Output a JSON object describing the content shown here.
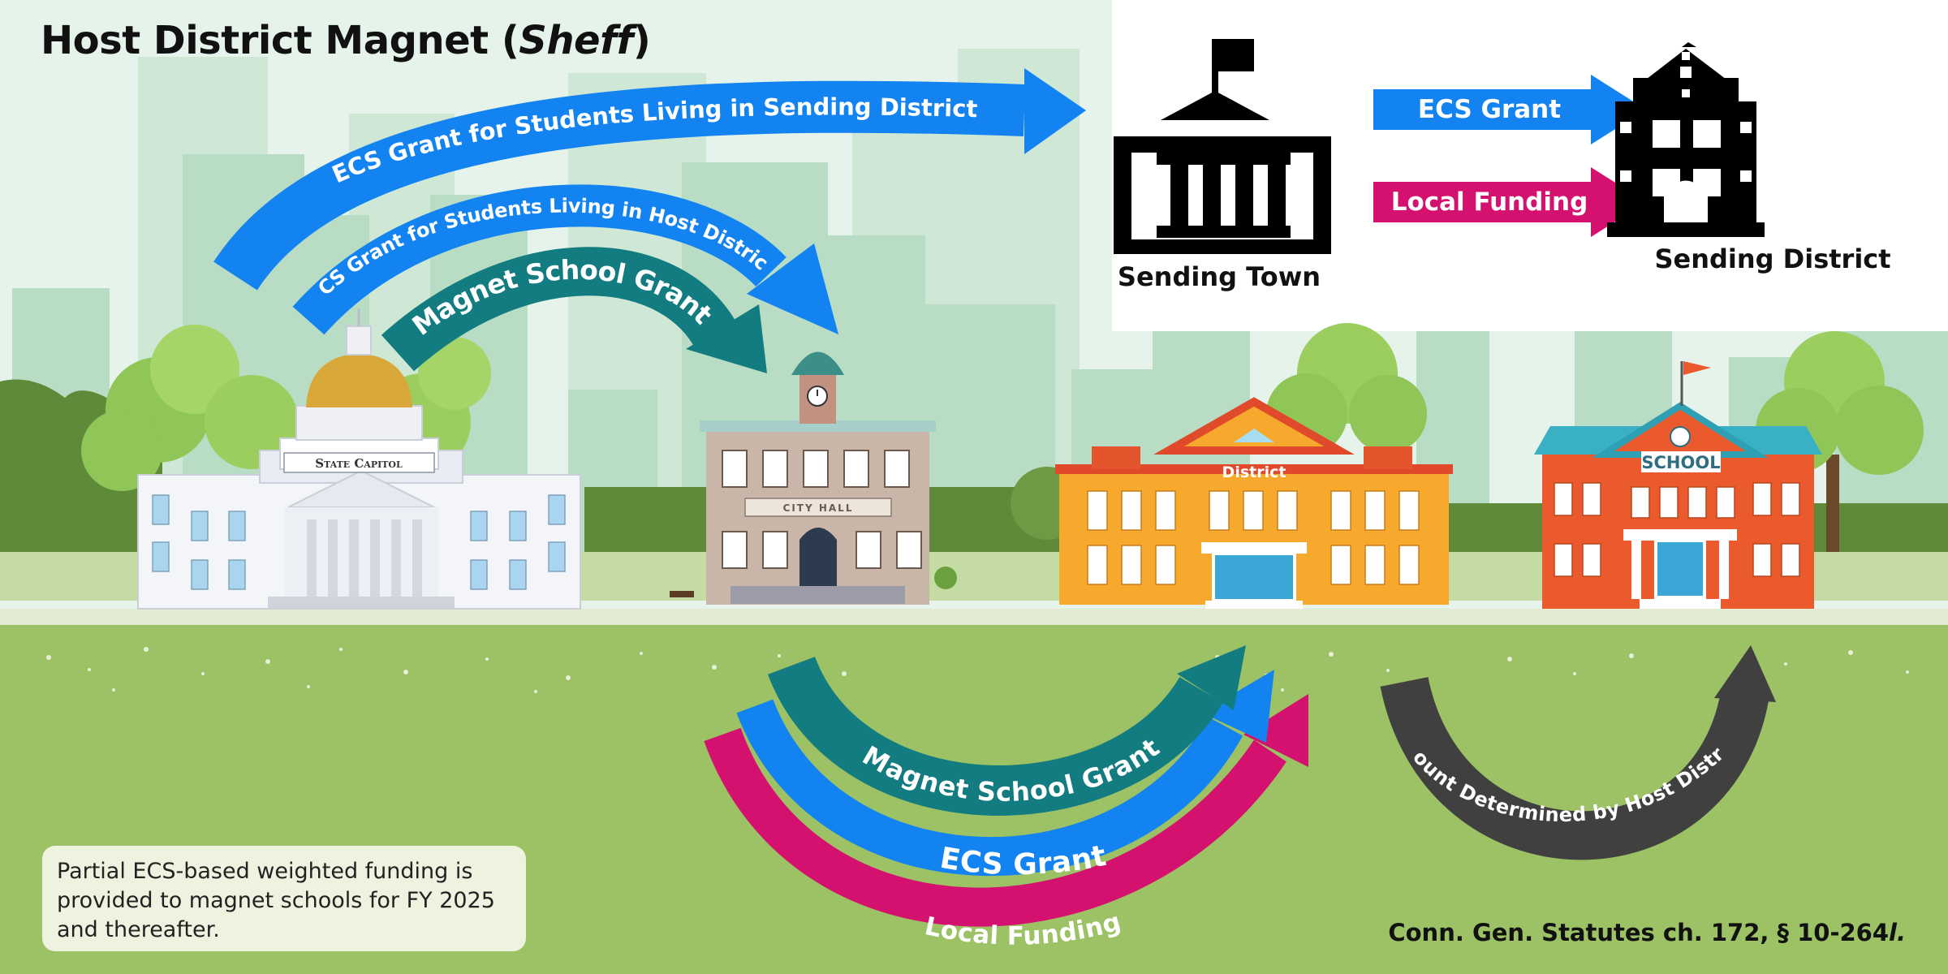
{
  "title": {
    "main": "Host District Magnet (",
    "italic": "Sheff",
    "close": ")"
  },
  "buildings": {
    "state_capitol_sign": "State Capitol",
    "city_hall_sign": "CITY HALL",
    "district_sign": "District",
    "school_sign": "SCHOOL"
  },
  "upper_flows": {
    "ecs_sending": "ECS Grant for Students Living in Sending District",
    "ecs_host": "ECS Grant for Students Living in Host District",
    "magnet_grant": "Magnet School Grant"
  },
  "right_flows": {
    "ecs_grant": "ECS Grant",
    "local_funding": "Local Funding"
  },
  "icons": {
    "sending_town": "Sending Town",
    "sending_district": "Sending District"
  },
  "lower_flows": {
    "magnet_grant": "Magnet School Grant",
    "ecs_grant": "ECS Grant",
    "local_funding": "Local Funding",
    "amount": "Amount Determined by Host District"
  },
  "note": "Partial ECS-based weighted funding is provided to magnet schools for FY 2025 and thereafter.",
  "citation": {
    "main": "Conn. Gen. Statutes ch. 172, § 10-264",
    "italic": "l."
  },
  "colors": {
    "ecs_blue": "#1283f0",
    "magnet_teal": "#127c80",
    "local_magenta": "#d4116e",
    "amount_gray": "#404040",
    "grass": "#9cc265"
  }
}
